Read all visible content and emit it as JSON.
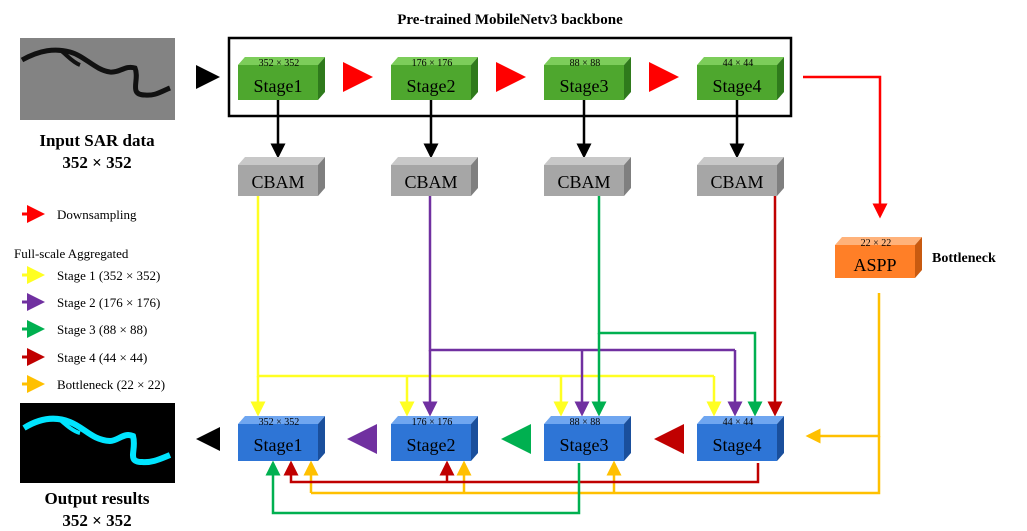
{
  "header": {
    "backbone_title": "Pre-trained MobileNetv3 backbone"
  },
  "input": {
    "label": "Input SAR data",
    "size": "352 × 352"
  },
  "output": {
    "label": "Output results",
    "size": "352 × 352"
  },
  "encoder": [
    {
      "dim": "352 × 352",
      "label": "Stage1"
    },
    {
      "dim": "176 × 176",
      "label": "Stage2"
    },
    {
      "dim": "88 × 88",
      "label": "Stage3"
    },
    {
      "dim": "44 × 44",
      "label": "Stage4"
    }
  ],
  "cbam": [
    "CBAM",
    "CBAM",
    "CBAM",
    "CBAM"
  ],
  "aspp": {
    "dim": "22 × 22",
    "label": "ASPP",
    "caption": "Bottleneck"
  },
  "decoder": [
    {
      "dim": "352 × 352",
      "label": "Stage1"
    },
    {
      "dim": "176 × 176",
      "label": "Stage2"
    },
    {
      "dim": "88 × 88",
      "label": "Stage3"
    },
    {
      "dim": "44 × 44",
      "label": "Stage4"
    }
  ],
  "legend": {
    "downsampling": "Downsampling",
    "title": "Full-scale Aggregated",
    "items": [
      {
        "label": "Stage 1 (352 × 352)",
        "color": "#ffff22"
      },
      {
        "label": "Stage 2 (176 × 176)",
        "color": "#7030a0"
      },
      {
        "label": "Stage 3 (88 × 88)",
        "color": "#00b050"
      },
      {
        "label": "Stage 4 (44 × 44)",
        "color": "#c00000"
      },
      {
        "label": "Bottleneck (22 × 22)",
        "color": "#ffc000"
      }
    ]
  },
  "colors": {
    "encoder_box": "#4ea72e",
    "cbam_box": "#a6a6a6",
    "aspp_box": "#ff7f27",
    "decoder_box": "#2e75d6",
    "downsampling": "#ff0000"
  }
}
